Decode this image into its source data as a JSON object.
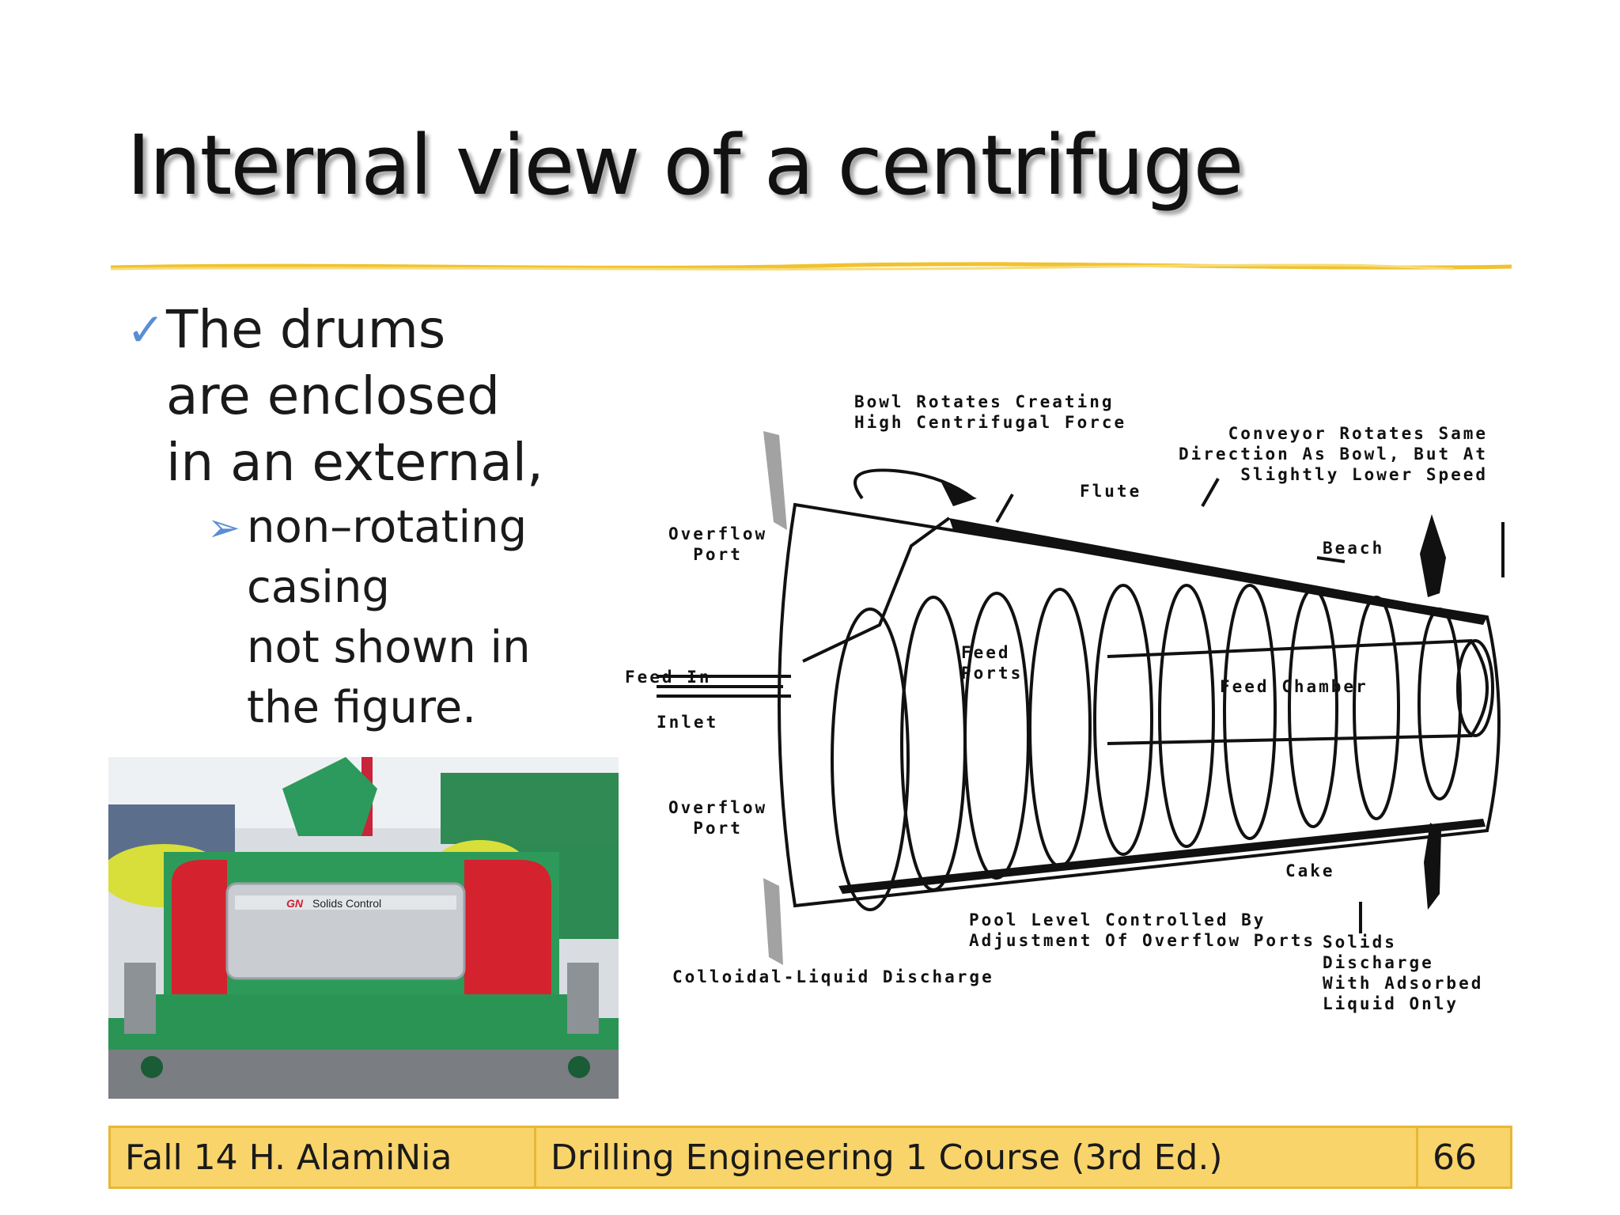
{
  "slide": {
    "title": "Internal view of a centrifuge",
    "accent_color": "#f0c22e",
    "bullet_color": "#5a8dd6",
    "bullets": {
      "level1_icon": "check-mark-icon",
      "level1_text": "The drums\nare enclosed\nin an external,",
      "level2_icon": "arrow-right-icon",
      "level2_text": "non–rotating\ncasing\nnot shown in\nthe figure."
    },
    "photo": {
      "brand_text": "Solids Control"
    },
    "diagram": {
      "labels": {
        "bowl_rotates": "Bowl  Rotates  Creating\nHigh  Centrifugal  Force",
        "conveyor_rotates": "Conveyor  Rotates Same\nDirection  As  Bowl,  But  At\nSlightly  Lower  Speed",
        "flute": "Flute",
        "beach": "Beach",
        "overflow_port_top": "Overflow\nPort",
        "feed_in": "Feed  In",
        "inlet": "Inlet",
        "feed_ports": "Feed\nPorts",
        "feed_chamber": "Feed  Chamber",
        "overflow_port_bottom": "Overflow\nPort",
        "cake": "Cake",
        "pool_level": "Pool  Level  Controlled  By\nAdjustment  Of  Overflow  Ports",
        "solids_discharge": "Solids   Discharge\nWith  Adsorbed\nLiquid  Only",
        "colloidal_discharge": "Colloidal-Liquid  Discharge"
      }
    },
    "footer": {
      "author": "Fall 14 H. AlamiNia",
      "course": "Drilling Engineering 1 Course (3rd Ed.)",
      "page": "66"
    }
  }
}
